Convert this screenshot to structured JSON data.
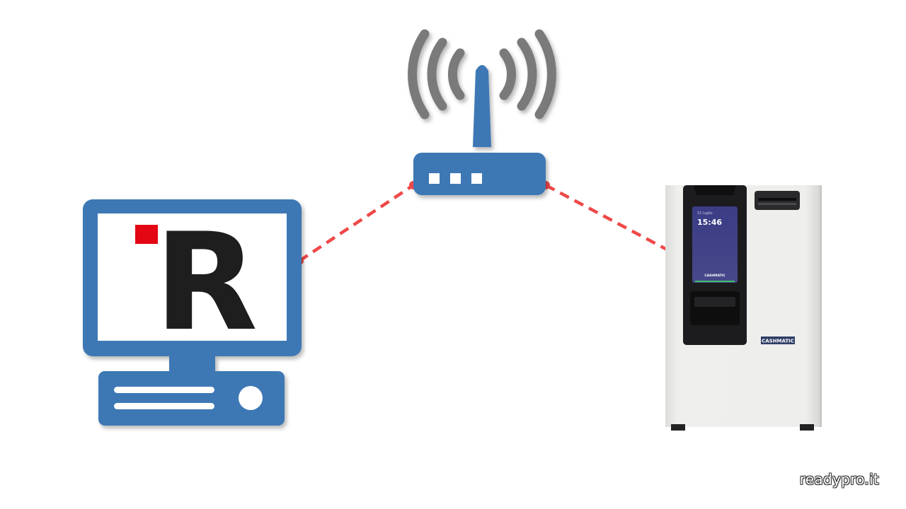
{
  "nodes": {
    "computer": {
      "logo_letter": "R"
    },
    "router": {},
    "kiosk": {
      "screen_date": "15 luglio",
      "screen_time": "15:46",
      "screen_brand": "CASHMATIC",
      "body_brand": "CASHMATIC"
    }
  },
  "links": [
    {
      "from": "computer",
      "to": "router",
      "style": "dashed"
    },
    {
      "from": "router",
      "to": "kiosk",
      "style": "dashed"
    }
  ],
  "colors": {
    "device_blue": "#3d78b5",
    "link_red": "#f04848",
    "wifi_gray": "#7a7a7a",
    "logo_dark": "#1e1e1e",
    "logo_red": "#e30613",
    "kiosk_body": "#ececea",
    "kiosk_panel": "#1c1c1e",
    "kiosk_screen": "#3c3f80"
  },
  "icons": {
    "wifi": "wifi-signal-icon",
    "router": "router-icon",
    "computer": "desktop-computer-icon",
    "kiosk": "cash-payment-kiosk-icon"
  },
  "watermark": "readypro.it"
}
